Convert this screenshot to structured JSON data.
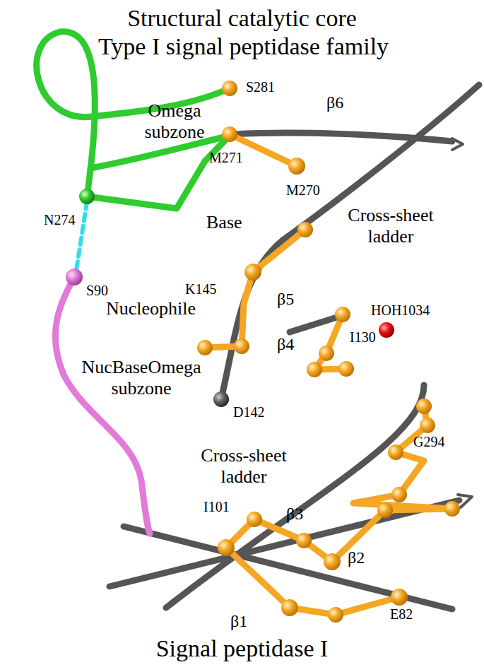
{
  "diagram": {
    "title": "Structural catalytic core",
    "caption": "Signal peptidase I",
    "labels": [
      "Type I signal peptidase family",
      "S281",
      "Omega subzone",
      "M271",
      "M270",
      "N274",
      "β6",
      "Base",
      "Cross-sheet ladder",
      "K145",
      "β5",
      "S90",
      "Nucleophile",
      "I130",
      "HOH1034",
      "β4",
      "NucBaseOmega subzone",
      "D142",
      "Cross-sheet ladder",
      "G294",
      "I101",
      "β3",
      "β2",
      "E82",
      "β1"
    ]
  }
}
